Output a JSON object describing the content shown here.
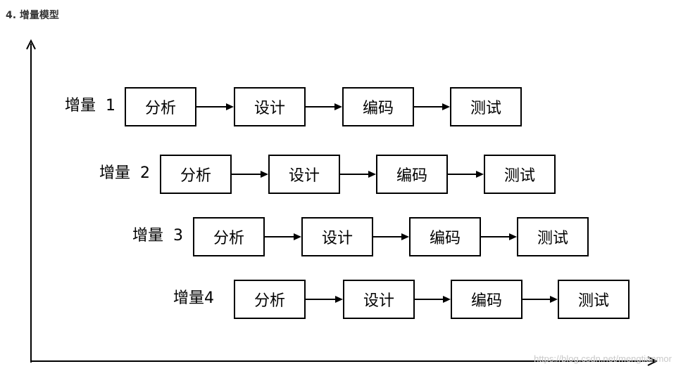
{
  "heading": "4. 增量模型",
  "increments": [
    {
      "label": "增量  1",
      "stages": [
        "分析",
        "设计",
        "编码",
        "测试"
      ]
    },
    {
      "label": "增量  2",
      "stages": [
        "分析",
        "设计",
        "编码",
        "测试"
      ]
    },
    {
      "label": "增量  3",
      "stages": [
        "分析",
        "设计",
        "编码",
        "测试"
      ]
    },
    {
      "label": "增量4",
      "stages": [
        "分析",
        "设计",
        "编码",
        "测试"
      ]
    }
  ],
  "watermark": "https://blog.csdn.net/mengtianmor"
}
